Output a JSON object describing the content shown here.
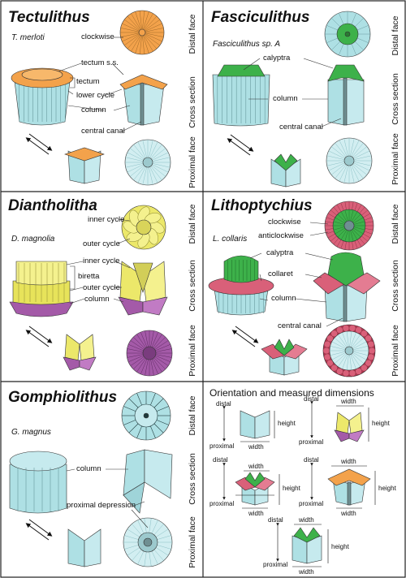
{
  "panels": {
    "tectulithus": {
      "title": "Tectulithus",
      "species": "T. merloti",
      "labels": [
        "clockwise",
        "tectum s.s.",
        "tectum",
        "lower cycle",
        "column",
        "central canal"
      ],
      "side_labels": [
        "Distal face",
        "Cross section",
        "Proximal face"
      ]
    },
    "fasciculithus": {
      "title": "Fasciculithus",
      "species": "Fasciculithus sp. A",
      "labels": [
        "calyptra",
        "column",
        "central canal"
      ],
      "side_labels": [
        "Distal face",
        "Cross section",
        "Proximal face"
      ]
    },
    "diantholitha": {
      "title": "Diantholitha",
      "species": "D. magnolia",
      "labels": [
        "inner cycle",
        "outer cycle",
        "inner cycle",
        "biretta",
        "outer cycle",
        "column"
      ],
      "side_labels": [
        "Distal face",
        "Cross section",
        "Proximal face"
      ]
    },
    "lithoptychius": {
      "title": "Lithoptychius",
      "species": "L. collaris",
      "labels": [
        "clockwise",
        "anticlockwise",
        "calyptra",
        "collaret",
        "column",
        "central canal"
      ],
      "side_labels": [
        "Distal face",
        "Cross section",
        "Proximal face"
      ]
    },
    "gomphiolithus": {
      "title": "Gomphiolithus",
      "species": "G. magnus",
      "labels": [
        "column",
        "proximal depression"
      ],
      "side_labels": [
        "Distal face",
        "Cross section",
        "Proximal face"
      ]
    },
    "orientation": {
      "title": "Orientation and measured dimensions",
      "distal": "distal",
      "proximal": "proximal",
      "width": "width",
      "height": "height"
    }
  },
  "colors": {
    "column": "#aee0e4",
    "tectum": "#f3a24b",
    "calyptra": "#3db14a",
    "biretta": "#ece86a",
    "column_lower": "#a45aa8",
    "collaret": "#d96079",
    "canal": "#6f8f92"
  }
}
